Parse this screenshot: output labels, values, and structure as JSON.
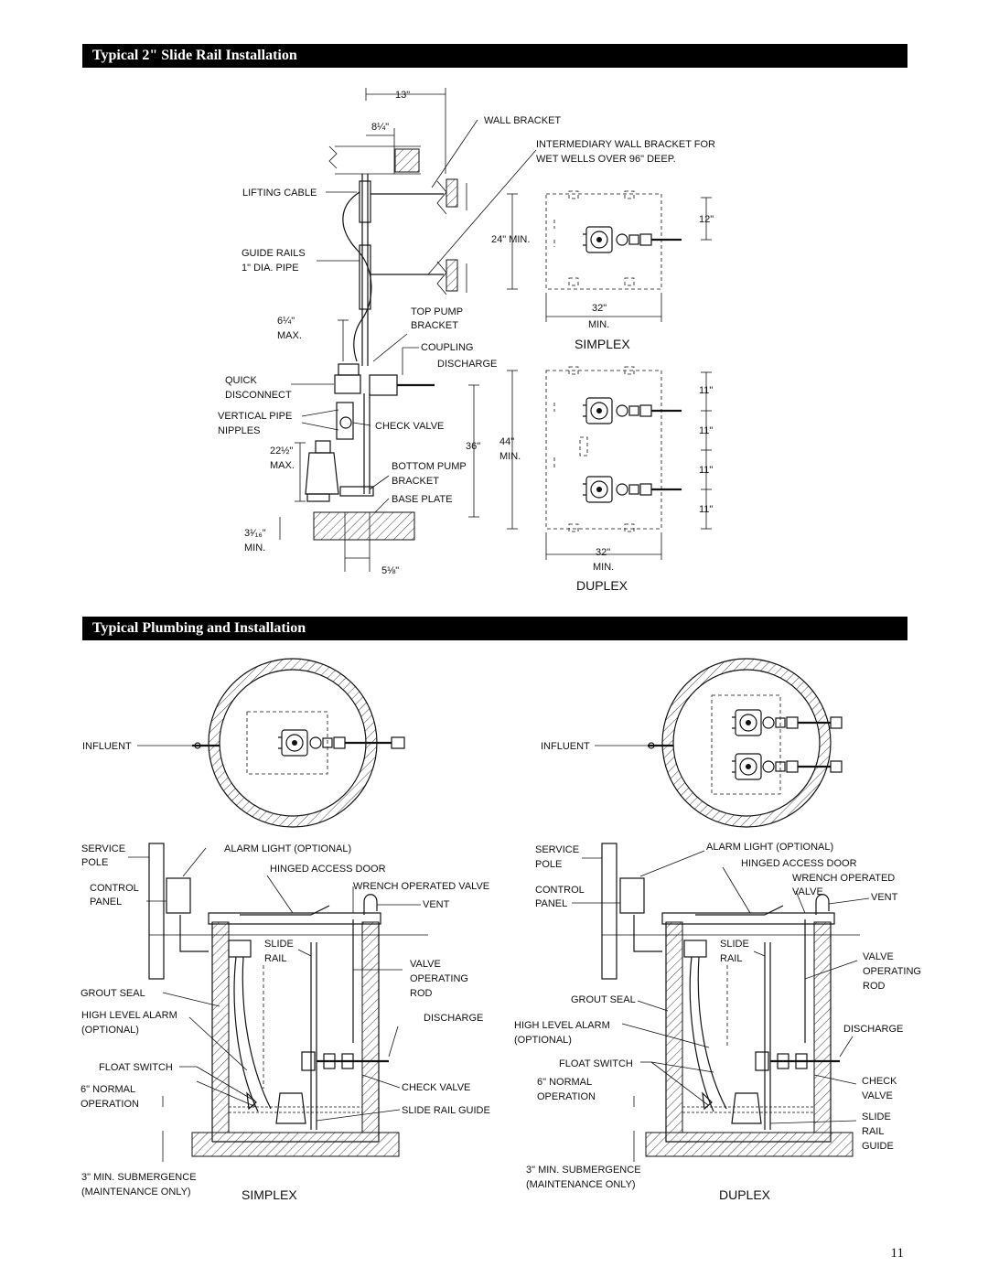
{
  "section1": {
    "title": "Typical 2\" Slide Rail Installation",
    "slide_rail": {
      "dim_13": "13\"",
      "dim_8": "8¼\"",
      "wall_bracket": "WALL BRACKET",
      "intermediary_1": "INTERMEDIARY WALL BRACKET FOR",
      "intermediary_2": "WET WELLS OVER 96\" DEEP.",
      "lifting_cable": "LIFTING CABLE",
      "guide_rails_1": "GUIDE RAILS",
      "guide_rails_2": "1\" DIA. PIPE",
      "dim_6_1": "6¼\"",
      "dim_6_2": "MAX.",
      "top_pump_1": "TOP PUMP",
      "top_pump_2": "BRACKET",
      "coupling": "COUPLING",
      "discharge": "DISCHARGE",
      "quick_1": "QUICK",
      "quick_2": "DISCONNECT",
      "vertical_1": "VERTICAL PIPE",
      "vertical_2": "NIPPLES",
      "check_valve": "CHECK VALVE",
      "dim_36": "36\"",
      "dim_22_1": "22½\"",
      "dim_22_2": "MAX.",
      "bottom_pump_1": "BOTTOM PUMP",
      "bottom_pump_2": "BRACKET",
      "base_plate": "BASE PLATE",
      "dim_3_1": "3¹⁄₁₆\"",
      "dim_3_2": "MIN.",
      "dim_5": "5⅛\""
    },
    "simplex_plan": {
      "dim_12": "12\"",
      "dim_24": "24\" MIN.",
      "dim_32": "32\"",
      "dim_min": "MIN.",
      "label": "SIMPLEX"
    },
    "duplex_plan": {
      "dim_11a": "11\"",
      "dim_11b": "11\"",
      "dim_11c": "11\"",
      "dim_11d": "11\"",
      "dim_44_1": "44\"",
      "dim_44_2": "MIN.",
      "dim_32": "32\"",
      "dim_min": "MIN.",
      "label": "DUPLEX"
    }
  },
  "section2": {
    "title": "Typical Plumbing and Installation",
    "simplex": {
      "influent": "INFLUENT",
      "service_1": "SERVICE",
      "service_2": "POLE",
      "alarm": "ALARM LIGHT (OPTIONAL)",
      "hinged": "HINGED ACCESS DOOR",
      "control_1": "CONTROL",
      "control_2": "PANEL",
      "wrench": "WRENCH OPERATED VALVE",
      "vent": "VENT",
      "slide_1": "SLIDE",
      "slide_2": "RAIL",
      "valve_1": "VALVE",
      "valve_2": "OPERATING",
      "valve_3": "ROD",
      "grout": "GROUT SEAL",
      "high_1": "HIGH LEVEL ALARM",
      "high_2": "(OPTIONAL)",
      "discharge": "DISCHARGE",
      "float": "FLOAT SWITCH",
      "normal_1": "6\" NORMAL",
      "normal_2": "OPERATION",
      "check": "CHECK VALVE",
      "guide": "SLIDE RAIL GUIDE",
      "sub_1": "3\" MIN. SUBMERGENCE",
      "sub_2": "(MAINTENANCE ONLY)",
      "label": "SIMPLEX"
    },
    "duplex": {
      "influent": "INFLUENT",
      "service_1": "SERVICE",
      "service_2": "POLE",
      "alarm": "ALARM LIGHT (OPTIONAL)",
      "hinged": "HINGED ACCESS DOOR",
      "wrench_1": "WRENCH OPERATED",
      "wrench_2": "VALVE",
      "vent": "VENT",
      "control_1": "CONTROL",
      "control_2": "PANEL",
      "slide_1": "SLIDE",
      "slide_2": "RAIL",
      "valve_1": "VALVE",
      "valve_2": "OPERATING",
      "valve_3": "ROD",
      "grout": "GROUT SEAL",
      "high_1": "HIGH LEVEL ALARM",
      "high_2": "(OPTIONAL)",
      "discharge": "DISCHARGE",
      "float": "FLOAT SWITCH",
      "normal_1": "6\" NORMAL",
      "normal_2": "OPERATION",
      "check_1": "CHECK",
      "check_2": "VALVE",
      "guide_1": "SLIDE",
      "guide_2": "RAIL",
      "guide_3": "GUIDE",
      "sub_1": "3\" MIN. SUBMERGENCE",
      "sub_2": "(MAINTENANCE ONLY)",
      "label": "DUPLEX"
    }
  },
  "page_number": "11"
}
